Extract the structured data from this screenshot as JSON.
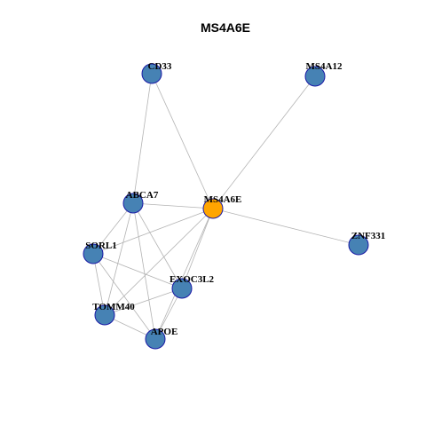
{
  "title": "MS4A6E",
  "colors": {
    "node": "#4682b4",
    "center": "#ffa500",
    "border": "#1a1aa6",
    "edge": "#b3b3b3"
  },
  "nodes": [
    {
      "id": "CD33",
      "label": "CD33",
      "center": false
    },
    {
      "id": "MS4A12",
      "label": "MS4A12",
      "center": false
    },
    {
      "id": "ABCA7",
      "label": "ABCA7",
      "center": false
    },
    {
      "id": "MS4A6E",
      "label": "MS4A6E",
      "center": true
    },
    {
      "id": "ZNF331",
      "label": "ZNF331",
      "center": false
    },
    {
      "id": "SORL1",
      "label": "SORL1",
      "center": false
    },
    {
      "id": "EXOC3L2",
      "label": "EXOC3L2",
      "center": false
    },
    {
      "id": "TOMM40",
      "label": "TOMM40",
      "center": false
    },
    {
      "id": "APOE",
      "label": "APOE",
      "center": false
    }
  ],
  "edges": [
    [
      "CD33",
      "ABCA7"
    ],
    [
      "CD33",
      "MS4A6E"
    ],
    [
      "MS4A12",
      "MS4A6E"
    ],
    [
      "ABCA7",
      "MS4A6E"
    ],
    [
      "MS4A6E",
      "ZNF331"
    ],
    [
      "ABCA7",
      "SORL1"
    ],
    [
      "ABCA7",
      "EXOC3L2"
    ],
    [
      "ABCA7",
      "TOMM40"
    ],
    [
      "ABCA7",
      "APOE"
    ],
    [
      "MS4A6E",
      "SORL1"
    ],
    [
      "MS4A6E",
      "EXOC3L2"
    ],
    [
      "MS4A6E",
      "TOMM40"
    ],
    [
      "MS4A6E",
      "APOE"
    ],
    [
      "SORL1",
      "EXOC3L2"
    ],
    [
      "SORL1",
      "TOMM40"
    ],
    [
      "SORL1",
      "APOE"
    ],
    [
      "EXOC3L2",
      "TOMM40"
    ],
    [
      "EXOC3L2",
      "APOE"
    ],
    [
      "TOMM40",
      "APOE"
    ]
  ]
}
